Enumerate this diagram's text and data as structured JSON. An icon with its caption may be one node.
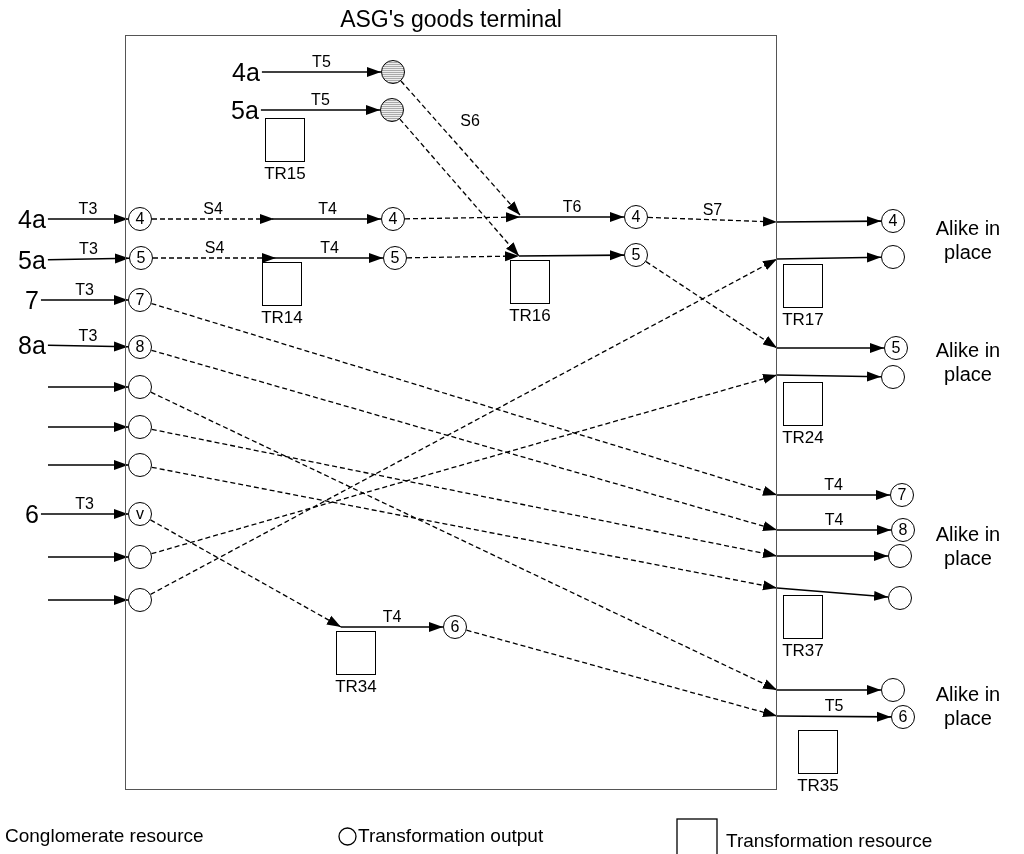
{
  "diagram": {
    "nodes": [
      {
        "text": [
          "ASG's goods terminal"
        ]
      },
      {
        "text": [
          "4a"
        ],
        "in": 0
      },
      {
        "text": [],
        "shape": "circle",
        "in": 0
      },
      {
        "text": [
          "5a"
        ],
        "in": 0
      },
      {
        "text": [],
        "shape": "circle",
        "in": 0
      },
      {
        "text": [
          "TR15"
        ],
        "in": 0
      },
      {
        "text": [
          "4a"
        ]
      },
      {
        "text": [
          "4"
        ],
        "in": 0
      },
      {
        "text": [
          "4"
        ],
        "in": 0
      },
      {
        "text": [
          "4"
        ],
        "in": 0
      },
      {
        "text": [
          "4"
        ]
      },
      {
        "text": [
          "5a"
        ]
      },
      {
        "text": [
          "5"
        ],
        "in": 0
      },
      {
        "text": [
          "5"
        ],
        "in": 0
      },
      {
        "text": [
          "5"
        ],
        "in": 0
      },
      {
        "text": [],
        "shape": "circle"
      },
      {
        "text": [
          "TR14"
        ],
        "in": 0
      },
      {
        "text": [
          "TR16"
        ],
        "in": 0
      },
      {
        "text": [
          "TR17"
        ]
      },
      {
        "text": [
          "7"
        ]
      },
      {
        "text": [
          "7"
        ],
        "in": 0
      },
      {
        "text": [
          "8a"
        ]
      },
      {
        "text": [
          "8"
        ],
        "in": 0
      },
      {
        "text": [
          "5"
        ]
      },
      {
        "text": [],
        "shape": "circle"
      },
      {
        "text": [
          "TR24"
        ]
      },
      {
        "text": [],
        "shape": "circle",
        "in": 0
      },
      {
        "text": [],
        "shape": "circle",
        "in": 0
      },
      {
        "text": [],
        "shape": "circle",
        "in": 0
      },
      {
        "text": [
          "7"
        ]
      },
      {
        "text": [
          "6"
        ]
      },
      {
        "text": [
          "v"
        ],
        "in": 0
      },
      {
        "text": [
          "8"
        ]
      },
      {
        "text": [],
        "shape": "circle"
      },
      {
        "text": [],
        "shape": "circle",
        "in": 0
      },
      {
        "text": [],
        "shape": "circle"
      },
      {
        "text": [],
        "shape": "circle",
        "in": 0
      },
      {
        "text": [
          "TR37"
        ]
      },
      {
        "text": [
          "TR34"
        ],
        "in": 0
      },
      {
        "text": [
          "6"
        ],
        "in": 0
      },
      {
        "text": [],
        "shape": "circle"
      },
      {
        "text": [
          "6"
        ]
      },
      {
        "text": [
          "TR35"
        ]
      }
    ],
    "edges": [
      {
        "from": 1,
        "to": 2,
        "arrow": "to",
        "label": "T5"
      },
      {
        "from": 3,
        "to": 4,
        "arrow": "to",
        "label": "T5"
      },
      {
        "from": 2,
        "to": null,
        "arrow": "to",
        "style": "dashed",
        "label": "S6"
      },
      {
        "from": 4,
        "to": 17,
        "arrow": "to",
        "style": "dashed"
      },
      {
        "from": 6,
        "to": 7,
        "arrow": "to",
        "label": "T3"
      },
      {
        "from": 7,
        "to": null,
        "arrow": "to",
        "style": "dashed",
        "label": "S4"
      },
      {
        "from": null,
        "to": 8,
        "arrow": "to",
        "label": "T4"
      },
      {
        "from": 8,
        "to": null,
        "arrow": "to",
        "style": "dashed"
      },
      {
        "from": null,
        "to": 9,
        "arrow": "to",
        "label": "T6"
      },
      {
        "from": 9,
        "to": 0,
        "arrow": "to",
        "style": "dashed",
        "label": "S7"
      },
      {
        "from": 0,
        "to": 10,
        "arrow": "to"
      },
      {
        "from": 11,
        "to": 12,
        "arrow": "to",
        "label": "T3"
      },
      {
        "from": 12,
        "to": 16,
        "arrow": "to",
        "style": "dashed",
        "label": "S4"
      },
      {
        "from": 16,
        "to": 13,
        "arrow": "to",
        "label": "T4"
      },
      {
        "from": 13,
        "to": 17,
        "arrow": "to",
        "style": "dashed"
      },
      {
        "from": 17,
        "to": 14,
        "arrow": "to"
      },
      {
        "from": 14,
        "to": 0,
        "arrow": "to",
        "style": "dashed"
      },
      {
        "from": 0,
        "to": 23,
        "arrow": "to"
      },
      {
        "from": 19,
        "to": 20,
        "arrow": "to",
        "label": "T3"
      },
      {
        "from": 20,
        "to": 0,
        "arrow": "to",
        "style": "dashed"
      },
      {
        "from": 0,
        "to": 29,
        "arrow": "to",
        "label": "T4"
      },
      {
        "from": 21,
        "to": 22,
        "arrow": "to",
        "label": "T3"
      },
      {
        "from": 22,
        "to": 0,
        "arrow": "to",
        "style": "dashed"
      },
      {
        "from": 0,
        "to": 32,
        "arrow": "to",
        "label": "T4"
      },
      {
        "from": null,
        "to": 26,
        "arrow": "to"
      },
      {
        "from": 26,
        "to": 0,
        "arrow": "to",
        "style": "dashed"
      },
      {
        "from": 0,
        "to": 40,
        "arrow": "to"
      },
      {
        "from": null,
        "to": 27,
        "arrow": "to"
      },
      {
        "from": 27,
        "to": 0,
        "arrow": "to",
        "style": "dashed"
      },
      {
        "from": 0,
        "to": 33,
        "arrow": "to"
      },
      {
        "from": null,
        "to": 28,
        "arrow": "to"
      },
      {
        "from": 28,
        "to": 0,
        "arrow": "to",
        "style": "dashed"
      },
      {
        "from": 0,
        "to": 35,
        "arrow": "to"
      },
      {
        "from": 30,
        "to": 31,
        "arrow": "to",
        "label": "T3"
      },
      {
        "from": 31,
        "to": 38,
        "arrow": "to",
        "style": "dashed"
      },
      {
        "from": 38,
        "to": 39,
        "arrow": "to",
        "label": "T4"
      },
      {
        "from": 39,
        "to": 0,
        "arrow": "to",
        "style": "dashed"
      },
      {
        "from": 0,
        "to": 41,
        "arrow": "to",
        "label": "T5"
      },
      {
        "from": null,
        "to": 34,
        "arrow": "to"
      },
      {
        "from": 34,
        "to": 0,
        "arrow": "to",
        "style": "dashed"
      },
      {
        "from": 0,
        "to": 24,
        "arrow": "to"
      },
      {
        "from": null,
        "to": 36,
        "arrow": "to"
      },
      {
        "from": 36,
        "to": 0,
        "arrow": "to",
        "style": "dashed"
      },
      {
        "from": 0,
        "to": 15,
        "arrow": "to"
      }
    ],
    "labels": [
      "Alike in place",
      "Alike in place",
      "Alike in place",
      "Alike in place"
    ],
    "legend": [
      {
        "text": "Conglomerate resource"
      },
      {
        "text": "Transformation output"
      },
      {
        "text": "Transformation resource"
      }
    ]
  }
}
